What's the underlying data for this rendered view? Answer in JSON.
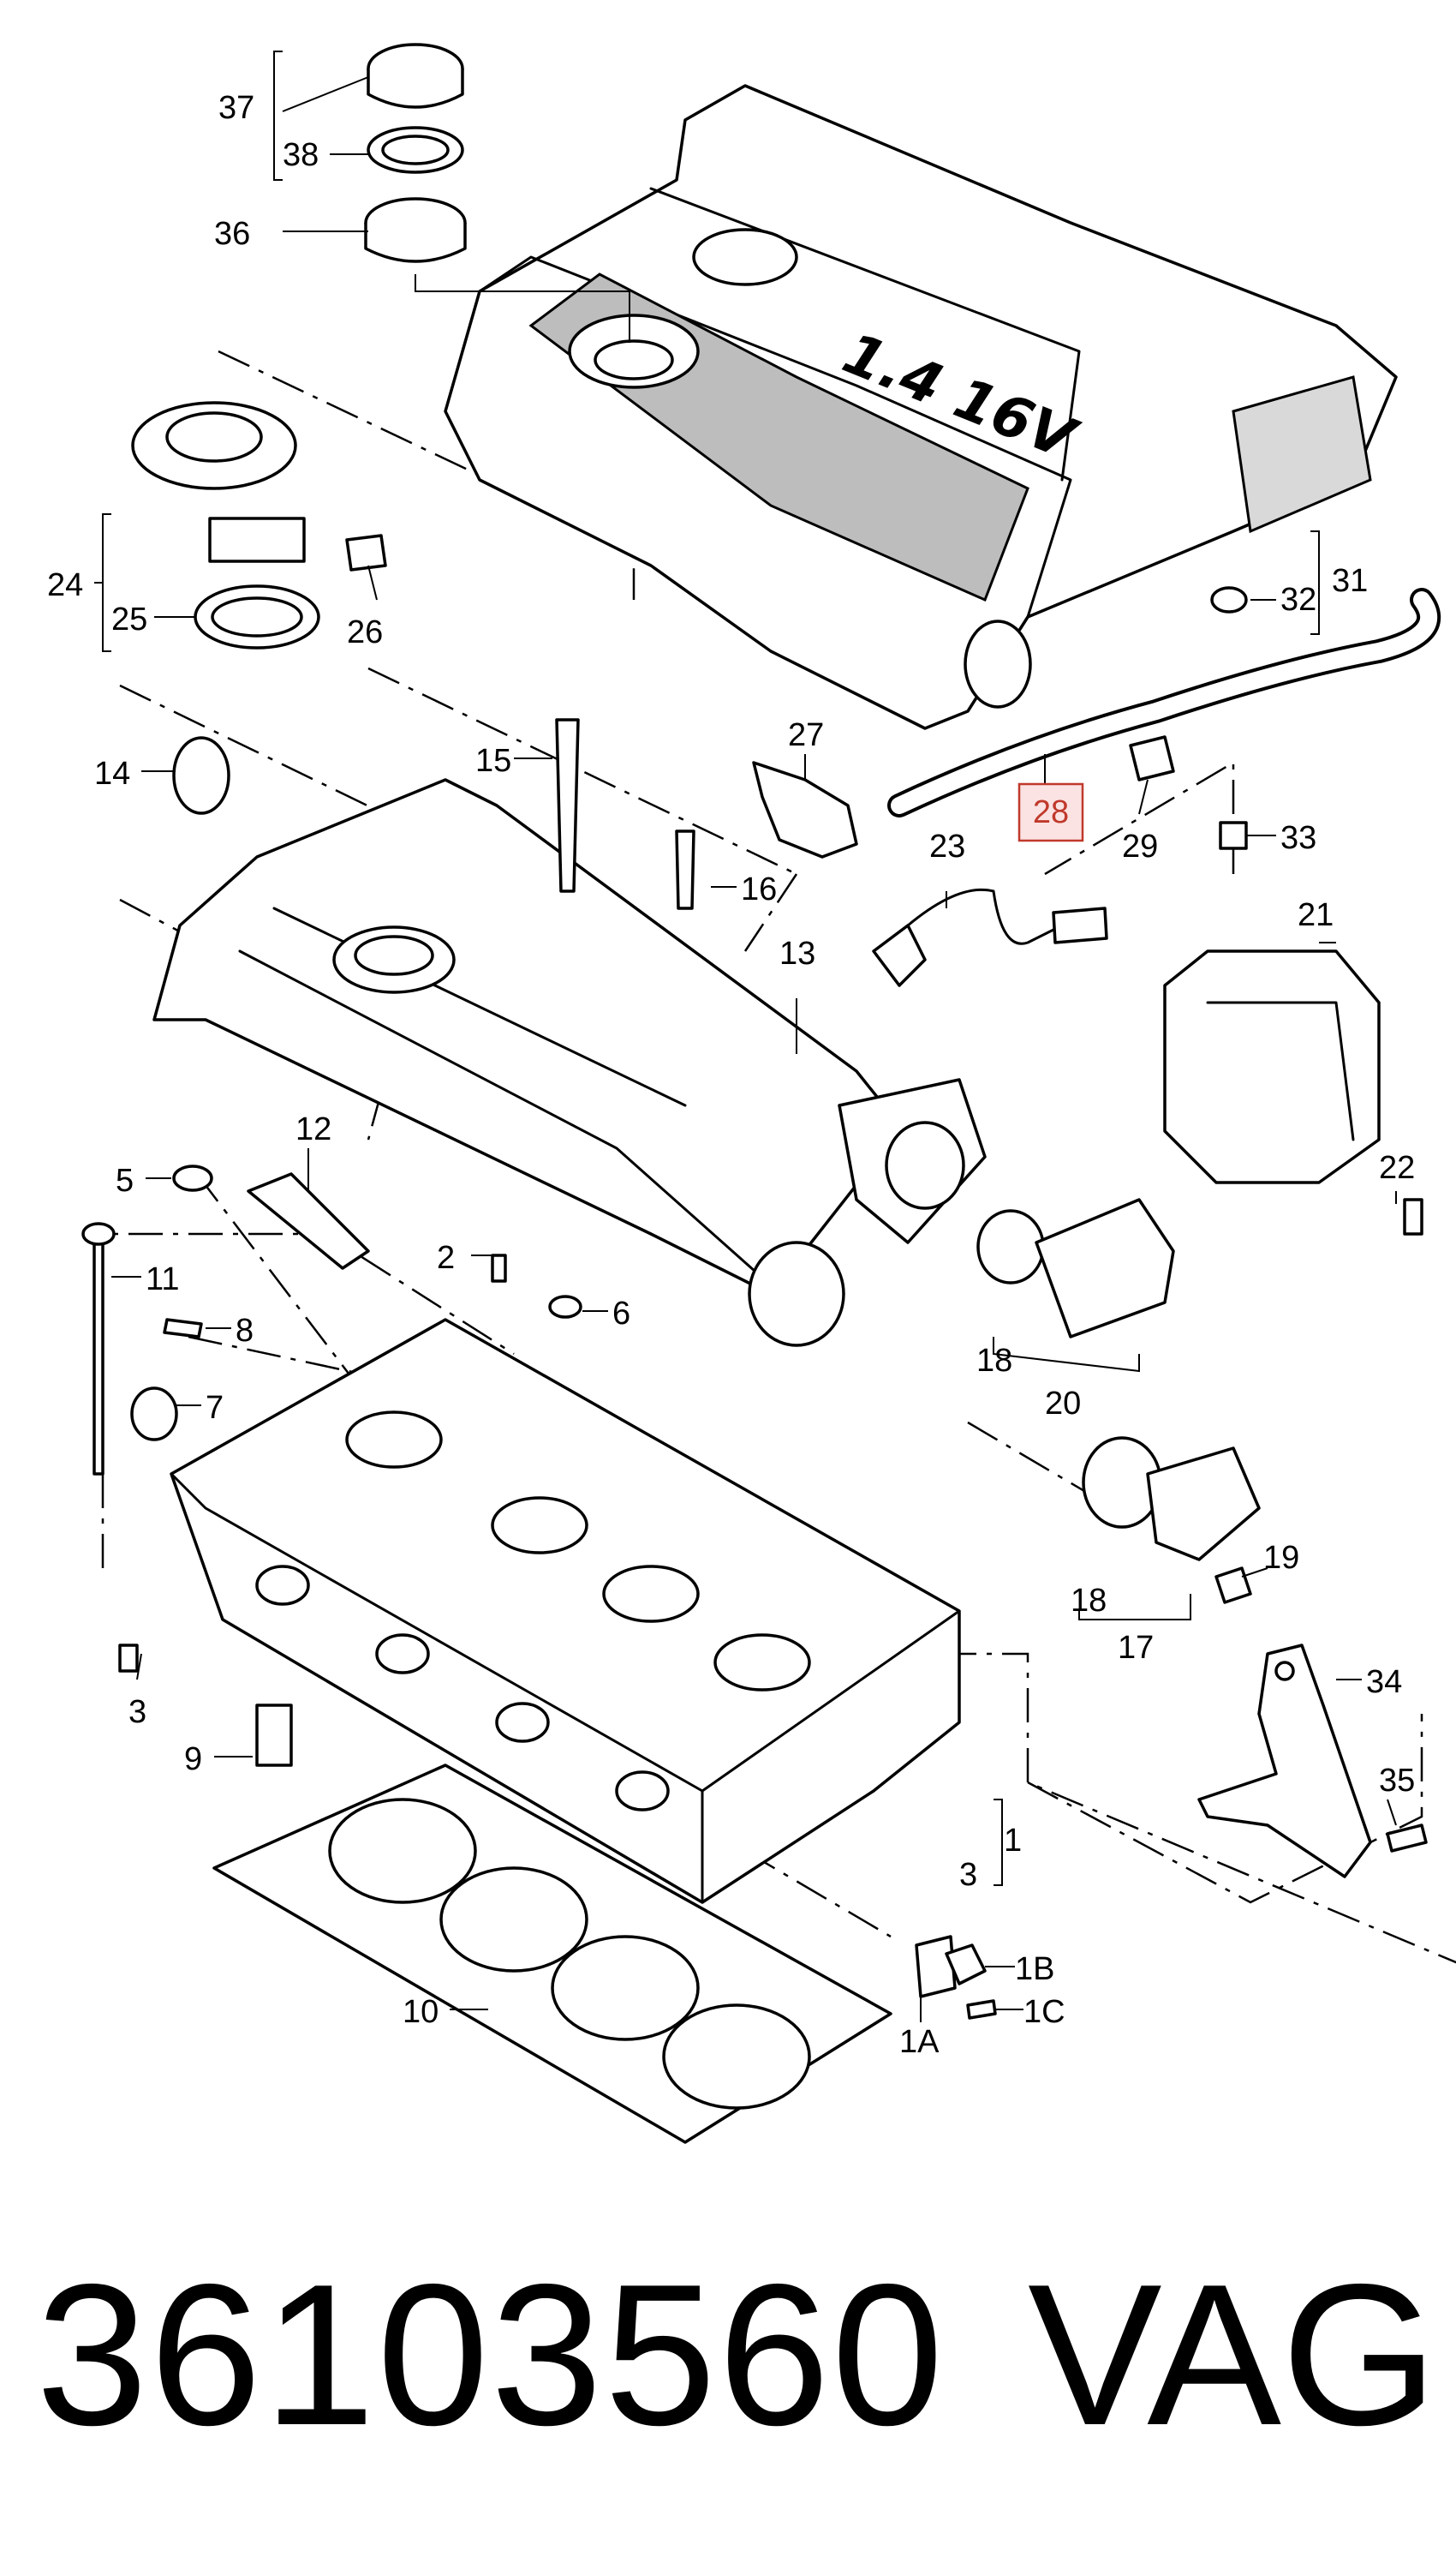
{
  "diagram": {
    "cover_badge": "1.4 16V",
    "highlighted_callout": "28",
    "callouts": {
      "c37": "37",
      "c38": "38",
      "c36": "36",
      "c24": "24",
      "c25": "25",
      "c26": "26",
      "c14": "14",
      "c15": "15",
      "c16": "16",
      "c27": "27",
      "c28": "28",
      "c29": "29",
      "c31": "31",
      "c32": "32",
      "c33": "33",
      "c23": "23",
      "c13": "13",
      "c21": "21",
      "c22": "22",
      "c12": "12",
      "c5": "5",
      "c11": "11",
      "c2": "2",
      "c6": "6",
      "c8": "8",
      "c7": "7",
      "c18a": "18",
      "c20": "20",
      "c18b": "18",
      "c17": "17",
      "c19": "19",
      "c3a": "3",
      "c9": "9",
      "c34": "34",
      "c35": "35",
      "c1": "1",
      "c3b": "3",
      "c1b": "1B",
      "c1c": "1C",
      "c1a": "1A",
      "c10": "10"
    }
  },
  "footer": {
    "part_number": "36103560",
    "brand": "VAG"
  }
}
